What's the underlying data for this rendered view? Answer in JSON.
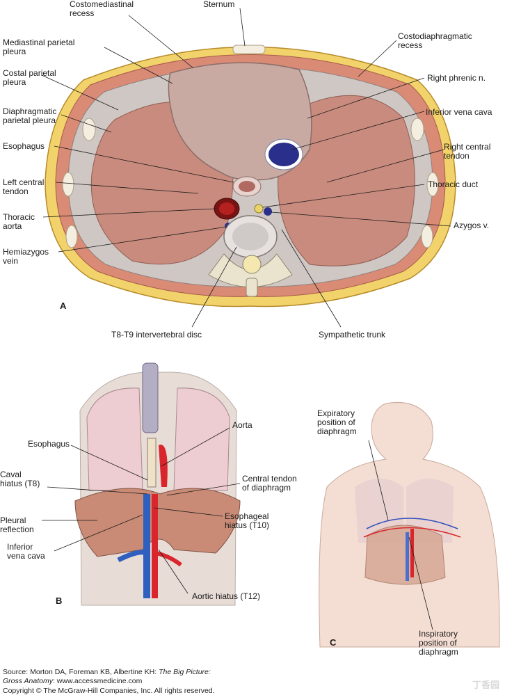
{
  "panels": {
    "a": "A",
    "b": "B",
    "c": "C"
  },
  "labels_a": {
    "costomediastinal": "Costomediastinal\nrecess",
    "sternum": "Sternum",
    "mediastinal_pleura": "Mediastinal parietal\npleura",
    "costodiaphragmatic": "Costodiaphragmatic\nrecess",
    "costal_pleura": "Costal parietal\npleura",
    "right_phrenic": "Right phrenic n.",
    "diaphragmatic_pleura": "Diaphragmatic\nparietal pleura",
    "ivc": "Inferior vena cava",
    "esophagus": "Esophagus",
    "right_central_tendon": "Right central\ntendon",
    "left_central_tendon": "Left central\ntendon",
    "thoracic_duct": "Thoracic duct",
    "thoracic_aorta": "Thoracic\naorta",
    "azygos": "Azygos v.",
    "hemiazygos": "Hemiazygos\nvein",
    "disc": "T8-T9 intervertebral disc",
    "sympathetic": "Sympathetic trunk"
  },
  "labels_b": {
    "aorta": "Aorta",
    "esophagus": "Esophagus",
    "caval_hiatus": "Caval\nhiatus (T8)",
    "central_tendon": "Central tendon\nof diaphragm",
    "pleural_reflection": "Pleural\nreflection",
    "esophageal_hiatus": "Esophageal\nhiatus (T10)",
    "ivc": "Inferior\nvena cava",
    "aortic_hiatus": "Aortic hiatus (T12)"
  },
  "labels_c": {
    "expiratory": "Expiratory\nposition of\ndiaphragm",
    "inspiratory": "Inspiratory\nposition of\ndiaphragm"
  },
  "footer": {
    "source_prefix": "Source: Morton DA, Foreman KB, Albertine KH: ",
    "book": "The Big Picture:",
    "book2": "Gross Anatomy",
    "source_suffix": ": www.accessmedicine.com",
    "copyright": "Copyright © The McGraw-Hill Companies, Inc. All rights reserved."
  },
  "watermark": "丁香园"
}
